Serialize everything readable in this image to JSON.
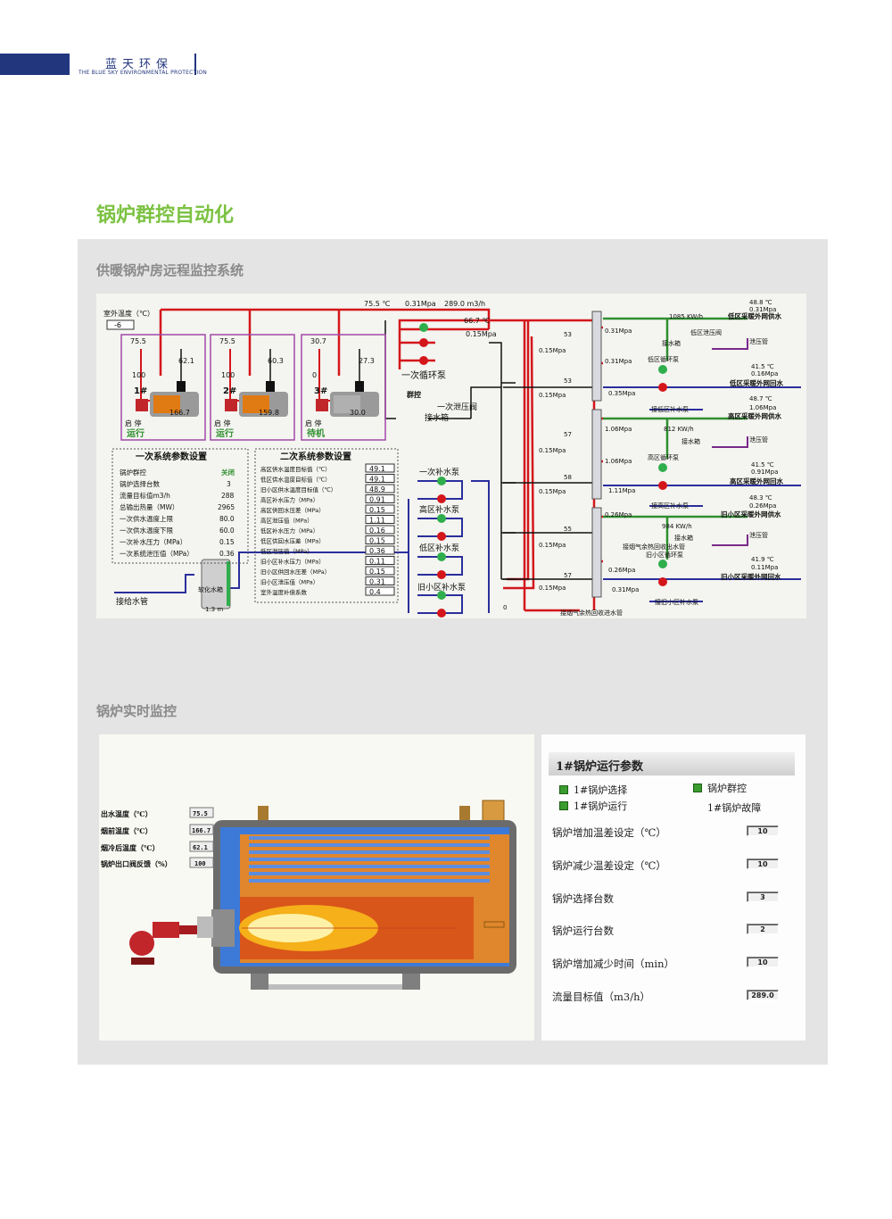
{
  "header": {
    "brand": "蓝天环保",
    "brand_en": "THE BLUE SKY ENVIRONMENTAL PROTECTION"
  },
  "page_title": "锅炉群控自动化",
  "section1": {
    "title": "供暖锅炉房远程监控系统",
    "outdoor_label": "室外温度（℃）",
    "outdoor_value": "-6",
    "top_readouts": [
      "75.5 ℃",
      "0.31Mpa",
      "289.0 m3/h"
    ],
    "top_temp2": "66.7 ℃",
    "top_press2": "0.15Mpa",
    "boilers": [
      {
        "no": "1#",
        "t_out": "75.5",
        "t_smoke": "62.1",
        "valve": "100",
        "t_flue": "166.7",
        "buttons": "启 停",
        "status": "运行"
      },
      {
        "no": "2#",
        "t_out": "75.5",
        "t_smoke": "60.3",
        "valve": "100",
        "t_flue": "159.8",
        "buttons": "启 停",
        "status": "运行"
      },
      {
        "no": "3#",
        "t_out": "30.7",
        "t_smoke": "27.3",
        "valve": "0",
        "t_flue": "30.0",
        "buttons": "启 停",
        "status": "待机"
      }
    ],
    "pump_labels": {
      "primary_circ": "一次循环泵",
      "group_ctrl": "群控",
      "relief_valve": "一次泄压阀",
      "water_tank": "接水箱",
      "primary_makeup": "一次补水泵",
      "high_makeup": "高区补水泵",
      "low_makeup": "低区补水泵",
      "old_makeup": "旧小区补水泵",
      "softener": "软化水箱",
      "softener_level": "1.3 m",
      "supply_pipe": "接给水管"
    },
    "primary_params": {
      "title": "一次系统参数设置",
      "rows": [
        {
          "label": "锅炉群控",
          "value": "关闭"
        },
        {
          "label": "锅炉选择台数",
          "value": "3"
        },
        {
          "label": "流量目标值m3/h",
          "value": "288"
        },
        {
          "label": "总输出热量（MW）",
          "value": "2965"
        },
        {
          "label": "一次供水温度上限",
          "value": "80.0"
        },
        {
          "label": "一次供水温度下限",
          "value": "60.0"
        },
        {
          "label": "一次补水压力（MPa）",
          "value": "0.15"
        },
        {
          "label": "一次系统泄压值（MPa）",
          "value": "0.36"
        }
      ]
    },
    "secondary_params": {
      "title": "二次系统参数设置",
      "rows": [
        {
          "label": "高区供水温度目标值（℃）",
          "value": "49.1"
        },
        {
          "label": "低区供水温度目标值（℃）",
          "value": "49.1"
        },
        {
          "label": "旧小区供水温度目标值（℃）",
          "value": "48.9"
        },
        {
          "label": "高区补水压力（MPa）",
          "value": "0.91"
        },
        {
          "label": "高区供回水压差（MPa）",
          "value": "0.15"
        },
        {
          "label": "高区泄压值（MPa）",
          "value": "1.11"
        },
        {
          "label": "低区补水压力（MPa）",
          "value": "0.16"
        },
        {
          "label": "低区供回水压差（MPa）",
          "value": "0.15"
        },
        {
          "label": "低区泄压值（MPa）",
          "value": "0.36"
        },
        {
          "label": "旧小区补水压力（MPa）",
          "value": "0.11"
        },
        {
          "label": "旧小区供回水压差（MPa）",
          "value": "0.15"
        },
        {
          "label": "旧小区泄压值（MPa）",
          "value": "0.31"
        },
        {
          "label": "室外温度补偿系数",
          "value": "0.4"
        }
      ]
    },
    "mid_readouts": [
      "53",
      "0.15Mpa",
      "53",
      "0.15Mpa",
      "57",
      "0.15Mpa",
      "58",
      "0.15Mpa",
      "55",
      "0.15Mpa",
      "57",
      "0.15Mpa"
    ],
    "bottom_readout": "0",
    "zones": [
      {
        "flow": "1085 KW/h",
        "supply_t": "48.8 ℃",
        "supply_p": "0.31Mpa",
        "supply_label": "低区采暖外网供水",
        "relief": "泄压管",
        "tank": "接水箱",
        "relief_valve": "低区泄压阀",
        "circ": "低区循环泵",
        "hx_p1": "0.31Mpa",
        "hx_p2": "0.35Mpa",
        "return_t": "41.5 ℃",
        "return_p": "0.16Mpa",
        "return_label": "低区采暖外网回水",
        "makeup": "接低区补水泵"
      },
      {
        "flow": "812 KW/h",
        "supply_t": "48.7 ℃",
        "supply_p": "1.06Mpa",
        "supply_label": "高区采暖外网供水",
        "relief": "泄压管",
        "tank": "接水箱",
        "circ": "高区循环泵",
        "hx_p1": "1.06Mpa",
        "hx_p2": "1.11Mpa",
        "return_t": "41.5 ℃",
        "return_p": "0.91Mpa",
        "return_label": "高区采暖外网回水",
        "makeup": "接高区补水泵"
      },
      {
        "flow": "984 KW/h",
        "supply_t": "48.3 ℃",
        "supply_p": "0.26Mpa",
        "supply_label": "旧小区采暖外网供水",
        "relief": "泄压管",
        "tank": "接水箱",
        "circ": "旧小区循环泵",
        "hx_p1": "0.26Mpa",
        "hx_p2": "0.31Mpa",
        "return_t": "41.9 ℃",
        "return_p": "0.11Mpa",
        "return_label": "旧小区采暖外网回水",
        "makeup": "接旧小区补水泵"
      }
    ],
    "flue_recovery_1": "接烟气余热回收出水管",
    "flue_recovery_2": "接烟气余热回收进水管"
  },
  "section2": {
    "title": "锅炉实时监控",
    "readings": [
      {
        "label": "出水温度（℃）",
        "value": "75.5"
      },
      {
        "label": "烟前温度（℃）",
        "value": "166.7"
      },
      {
        "label": "烟冷后温度（℃）",
        "value": "62.1"
      },
      {
        "label": "锅炉出口阀反馈（%）",
        "value": "100"
      }
    ],
    "params": {
      "title": "1#锅炉运行参数",
      "check_select": "1#锅炉选择",
      "check_group": "锅炉群控",
      "check_run": "1#锅炉运行",
      "fault": "1#锅炉故障",
      "rows": [
        {
          "label": "锅炉增加温差设定（℃）",
          "value": "10"
        },
        {
          "label": "锅炉减少温差设定（℃）",
          "value": "10"
        },
        {
          "label": "锅炉选择台数",
          "value": "3"
        },
        {
          "label": "锅炉运行台数",
          "value": "2"
        },
        {
          "label": "锅炉增加减少时间（min）",
          "value": "10"
        },
        {
          "label": "流量目标值（m3/h）",
          "value": "289.0"
        }
      ]
    }
  },
  "colors": {
    "brand_blue": "#22367e",
    "title_green": "#7cc242",
    "pipe_red": "#d4161b",
    "pipe_green": "#2f8f2f",
    "pipe_blue": "#2a2f9c",
    "pipe_purple": "#7a2a8a",
    "boiler_box": "#a24aa8"
  }
}
